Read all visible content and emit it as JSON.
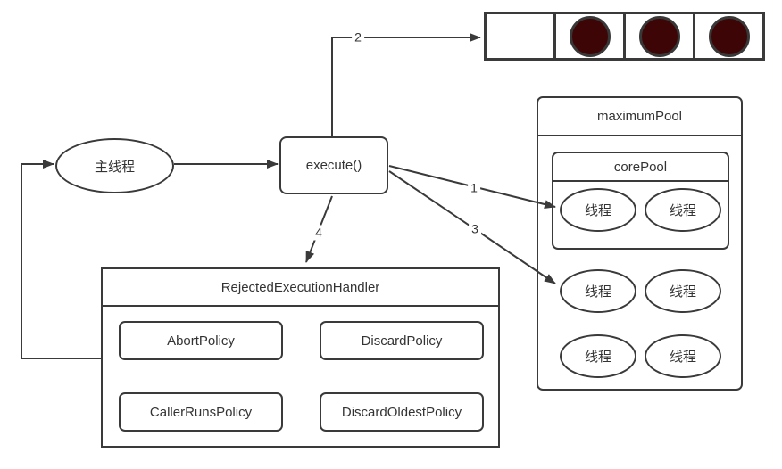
{
  "diagram": {
    "nodes": {
      "main_thread": "主线程",
      "execute": "execute()",
      "maximum_pool": "maximumPool",
      "core_pool": "corePool",
      "thread": "线程",
      "rejected_handler": "RejectedExecutionHandler",
      "policies": [
        "AbortPolicy",
        "DiscardPolicy",
        "CallerRunsPolicy",
        "DiscardOldestPolicy"
      ]
    },
    "queue": {
      "cells": [
        false,
        true,
        true,
        true
      ]
    },
    "arrow_labels": {
      "to_core_pool": "1",
      "to_queue": "2",
      "to_maximum_pool": "3",
      "to_handler": "4"
    },
    "colors": {
      "line": "#3a3a3a",
      "text": "#333333",
      "task_circle_fill": "#3d0505",
      "background": "#ffffff"
    }
  }
}
